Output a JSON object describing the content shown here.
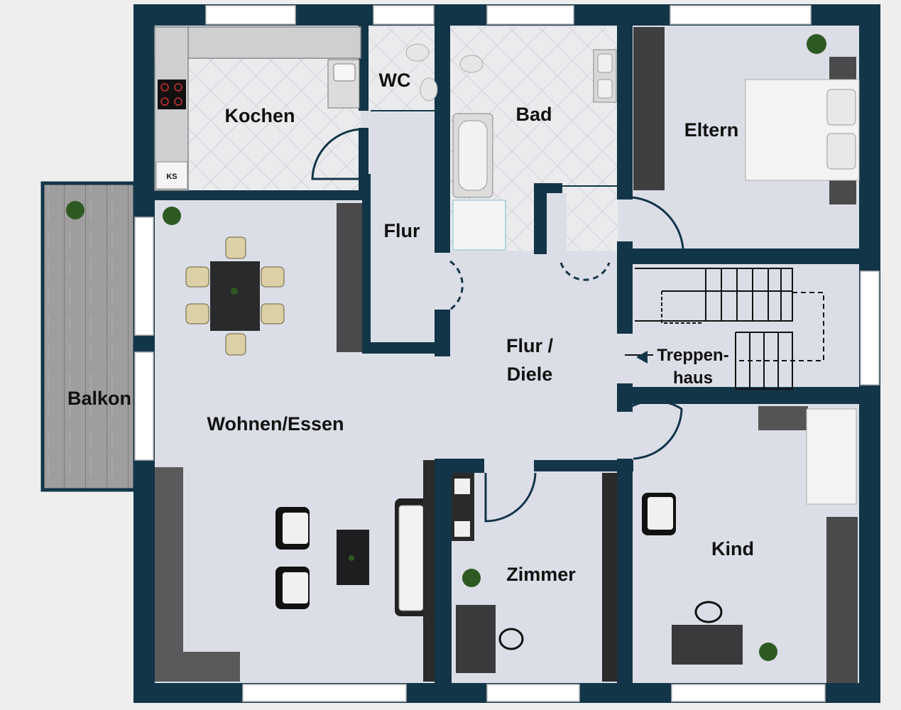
{
  "colors": {
    "wall": "#123548",
    "floor": "#dcdee7",
    "tile": "#e9e9ec",
    "furniture_dark": "#3a3a3c",
    "furniture_light": "#f2f2f2",
    "balcony": "#9d9a9c",
    "plant": "#2e5a22",
    "window": "#ffffff"
  },
  "rooms": {
    "kochen": "Kochen",
    "wc": "WC",
    "bad": "Bad",
    "eltern": "Eltern",
    "flur": "Flur",
    "flur_diele_1": "Flur /",
    "flur_diele_2": "Diele",
    "treppenhaus_1": "Treppen-",
    "treppenhaus_2": "haus",
    "balkon": "Balkon",
    "wohnen_essen": "Wohnen/Essen",
    "zimmer": "Zimmer",
    "kind": "Kind"
  },
  "appliances": {
    "ks": "KS"
  }
}
